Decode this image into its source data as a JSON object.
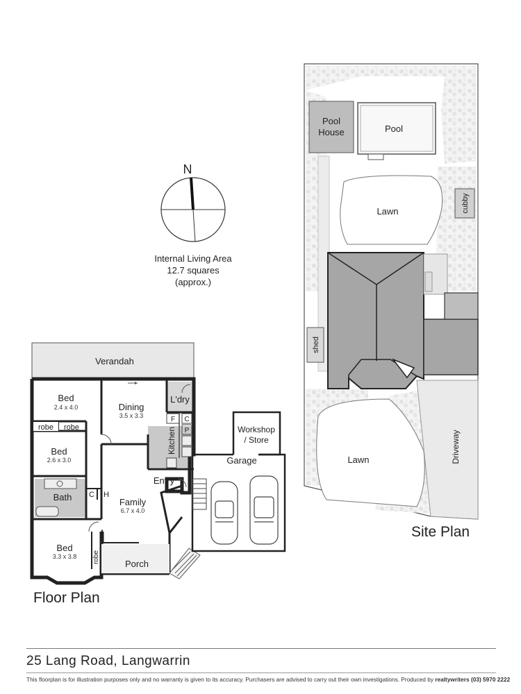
{
  "compass": {
    "north_label": "N"
  },
  "area_note": {
    "line1": "Internal Living Area",
    "line2": "12.7 squares",
    "line3": "(approx.)"
  },
  "floor_plan": {
    "title": "Floor  Plan",
    "rooms": {
      "verandah": "Verandah",
      "bed1": "Bed",
      "bed1_size": "2.4 x 4.0",
      "robe1": "robe",
      "robe2": "robe",
      "bed2": "Bed",
      "bed2_size": "2.6 x 3.0",
      "bath": "Bath",
      "c1": "C",
      "h": "H",
      "bed3": "Bed",
      "bed3_size": "3.3 x 3.8",
      "robe3": "robe",
      "dining": "Dining",
      "dining_size": "3.5 x 3.3",
      "ldry": "L'dry",
      "f": "F",
      "c2": "C",
      "p": "P",
      "kitchen": "Kitchen",
      "entry": "Entry",
      "family": "Family",
      "family_size": "6.7 x 4.0",
      "porch": "Porch",
      "workshop1": "Workshop",
      "workshop2": "/ Store",
      "garage": "Garage"
    }
  },
  "site_plan": {
    "title": "Site  Plan",
    "labels": {
      "pool_house1": "Pool",
      "pool_house2": "House",
      "pool": "Pool",
      "lawn_back": "Lawn",
      "cubby": "cubby",
      "shed": "shed",
      "lawn_front": "Lawn",
      "driveway": "Driveway"
    }
  },
  "address": "25 Lang Road, Langwarrin",
  "disclaimer": "This floorplan is for illustration purposes only and no warranty is given to its accuracy. Purchasers are advised to carry out their own investigations. Produced by ",
  "producer": "realtywriters (03) 5970 2222"
}
